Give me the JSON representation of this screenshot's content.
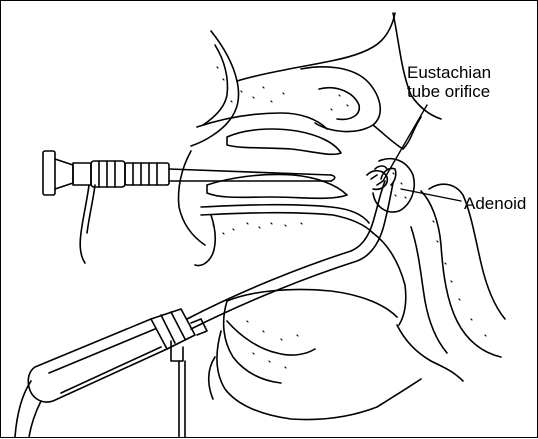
{
  "labels": {
    "eustachian_line1": "Eustachian",
    "eustachian_line2": "tube orifice",
    "adenoid": "Adenoid"
  }
}
